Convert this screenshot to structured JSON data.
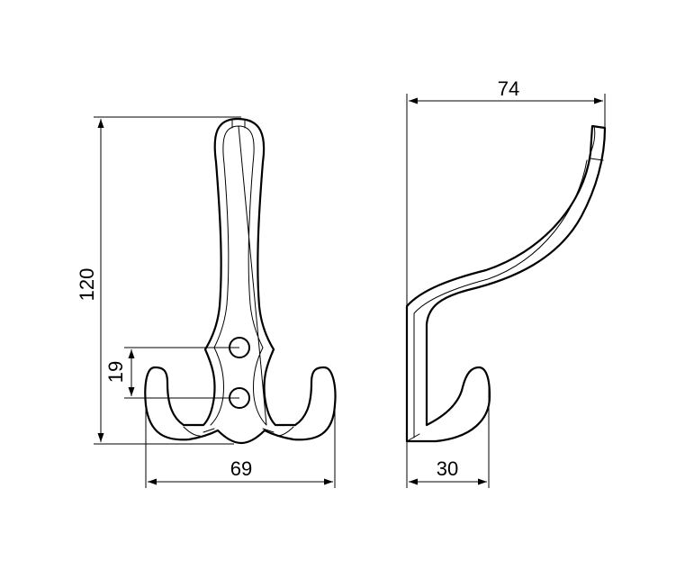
{
  "dimensions": {
    "front_height": "120",
    "hole_spacing": "19",
    "front_width": "69",
    "side_width": "74",
    "side_depth": "30"
  }
}
